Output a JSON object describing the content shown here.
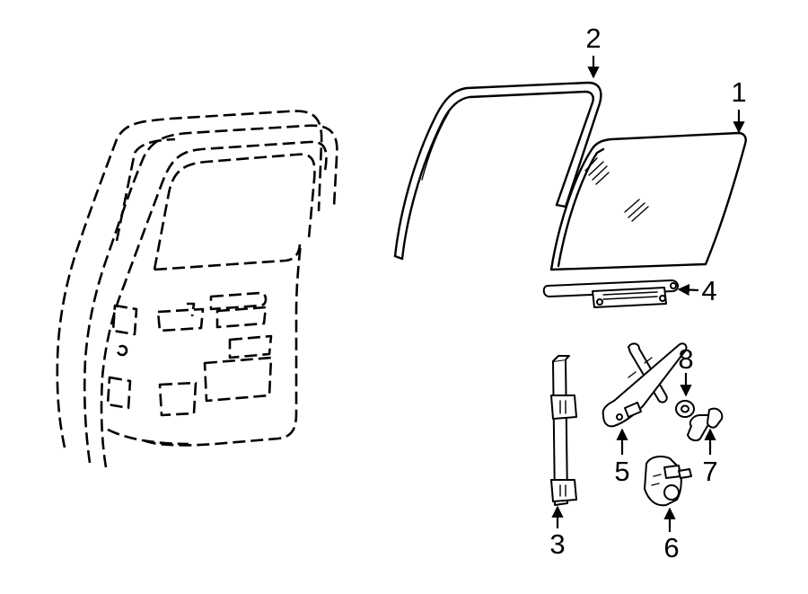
{
  "callouts": [
    {
      "id": "1",
      "text": "1"
    },
    {
      "id": "2",
      "text": "2"
    },
    {
      "id": "3",
      "text": "3"
    },
    {
      "id": "4",
      "text": "4"
    },
    {
      "id": "5",
      "text": "5"
    },
    {
      "id": "6",
      "text": "6"
    },
    {
      "id": "7",
      "text": "7"
    },
    {
      "id": "8",
      "text": "8"
    }
  ],
  "colors": {
    "background": "#ffffff",
    "ink": "#000000"
  }
}
